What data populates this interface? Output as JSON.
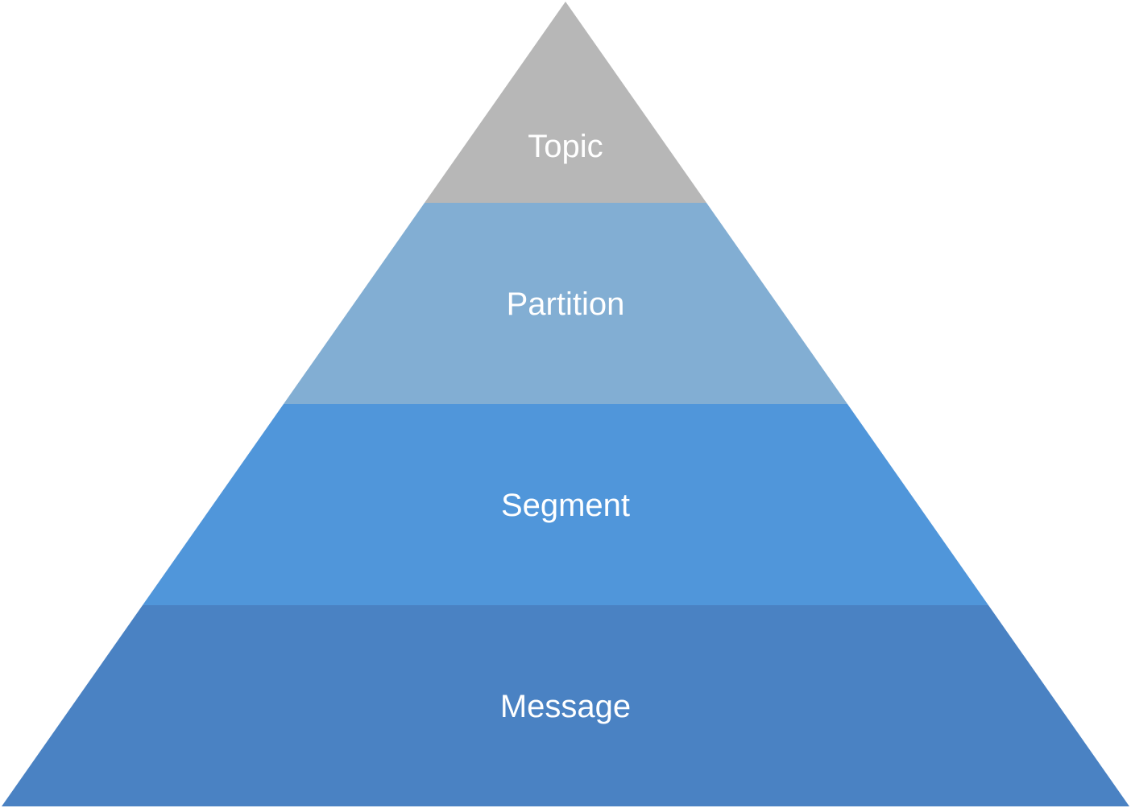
{
  "diagram": {
    "type": "pyramid",
    "layers": [
      {
        "label": "Topic",
        "color": "#b7b7b7"
      },
      {
        "label": "Partition",
        "color": "#82aed3"
      },
      {
        "label": "Segment",
        "color": "#5096da"
      },
      {
        "label": "Message",
        "color": "#4a82c3"
      }
    ]
  }
}
